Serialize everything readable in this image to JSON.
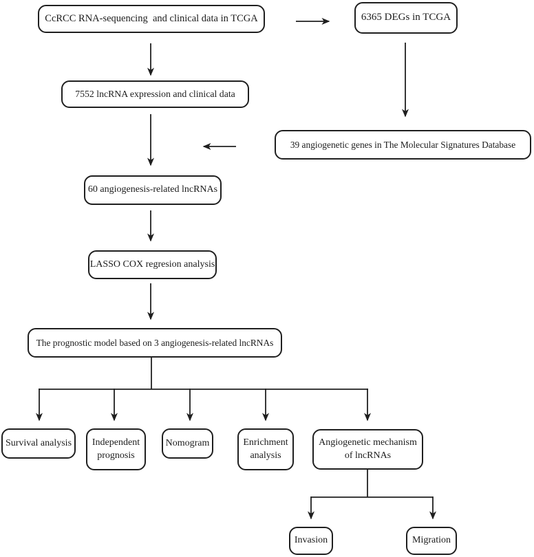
{
  "figure": {
    "type": "flowchart",
    "background": "#ffffff",
    "line_color": "#1f1f1f",
    "text_color": "#1c1c1c"
  },
  "nodes": {
    "ccrcc": "CcRCC RNA-sequencing  and clinical data in TCGA",
    "degs": "6365 DEGs in TCGA",
    "lncrna": "7552 lncRNA expression and clinical data",
    "angio_genes": "39 angiogenetic genes in The Molecular Signatures Database",
    "angio_lncrnas": "60 angiogenesis-related lncRNAs",
    "lasso": "LASSO COX regresion analysis",
    "model": "The prognostic model based on 3 angiogenesis-related lncRNAs",
    "survival": "Survival analysis",
    "independent": "Independent prognosis",
    "nomogram": "Nomogram",
    "enrichment": "Enrichment analysis",
    "mechanism": "Angiogenetic mechanism of lncRNAs",
    "invasion": "Invasion",
    "migration": "Migration"
  }
}
